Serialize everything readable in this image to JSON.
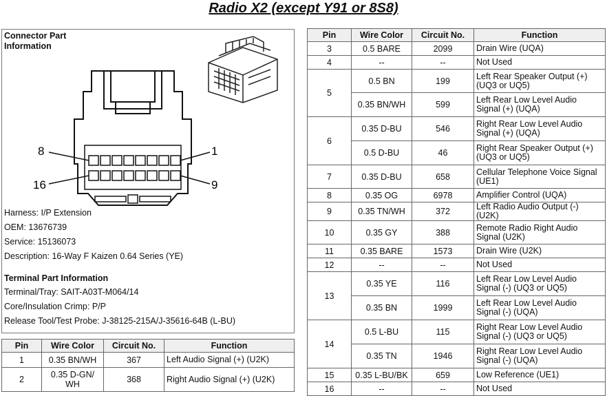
{
  "title": "Radio X2 (except Y91 or 8S8)",
  "connector": {
    "header": "Connector Part Information",
    "pin_labels": [
      "8",
      "16",
      "1",
      "9"
    ],
    "harness": "Harness: I/P Extension",
    "oem": "OEM: 13676739",
    "service": "Service: 15136073",
    "description": "Description: 16-Way F Kaizen 0.64 Series (YE)",
    "terminal_header": "Terminal Part Information",
    "terminal_tray": "Terminal/Tray: SAIT-A03T-M064/14",
    "crimp": "Core/Insulation Crimp: P/P",
    "release_tool": "Release Tool/Test Probe: J-38125-215A/J-35616-64B (L-BU)"
  },
  "columns": [
    "Pin",
    "Wire Color",
    "Circuit No.",
    "Function"
  ],
  "left_rows": [
    {
      "pin": "1",
      "wire": "0.35 BN/WH",
      "circuit": "367",
      "function": "Left Audio Signal (+) (U2K)"
    },
    {
      "pin": "2",
      "wire": "0.35 D-GN/ WH",
      "circuit": "368",
      "function": "Right Audio Signal (+) (U2K)"
    }
  ],
  "right_rows": [
    {
      "pin": "3",
      "wire": "0.5 BARE",
      "circuit": "2099",
      "function": "Drain Wire (UQA)"
    },
    {
      "pin": "4",
      "wire": "--",
      "circuit": "--",
      "function": "Not Used"
    },
    {
      "pin": "5",
      "wire": "0.5 BN",
      "circuit": "199",
      "function": "Left Rear Speaker Output (+) (UQ3 or UQ5)"
    },
    {
      "pin": "",
      "wire": "0.35 BN/WH",
      "circuit": "599",
      "function": "Left Rear Low Level Audio Signal (+) (UQA)"
    },
    {
      "pin": "6",
      "wire": "0.35 D-BU",
      "circuit": "546",
      "function": "Right Rear Low Level Audio Signal (+) (UQA)"
    },
    {
      "pin": "",
      "wire": "0.5 D-BU",
      "circuit": "46",
      "function": "Right Rear Speaker Output (+) (UQ3 or UQ5)"
    },
    {
      "pin": "7",
      "wire": "0.35 D-BU",
      "circuit": "658",
      "function": "Cellular Telephone Voice Signal (UE1)"
    },
    {
      "pin": "8",
      "wire": "0.35 OG",
      "circuit": "6978",
      "function": "Amplifier Control (UQA)"
    },
    {
      "pin": "9",
      "wire": "0.35 TN/WH",
      "circuit": "372",
      "function": "Left Radio Audio Output (-) (U2K)"
    },
    {
      "pin": "10",
      "wire": "0.35 GY",
      "circuit": "388",
      "function": "Remote Radio Right Audio Signal (U2K)"
    },
    {
      "pin": "11",
      "wire": "0.35 BARE",
      "circuit": "1573",
      "function": "Drain Wire (U2K)"
    },
    {
      "pin": "12",
      "wire": "--",
      "circuit": "--",
      "function": "Not Used"
    },
    {
      "pin": "13",
      "wire": "0.35 YE",
      "circuit": "116",
      "function": "Left Rear Low Level Audio Signal (-) (UQ3 or UQ5)"
    },
    {
      "pin": "",
      "wire": "0.35 BN",
      "circuit": "1999",
      "function": "Left Rear Low Level Audio Signal (-) (UQA)"
    },
    {
      "pin": "14",
      "wire": "0.5 L-BU",
      "circuit": "115",
      "function": "Right Rear Low Level Audio Signal (-) (UQ3 or UQ5)"
    },
    {
      "pin": "",
      "wire": "0.35 TN",
      "circuit": "1946",
      "function": "Right Rear Low Level Audio Signal (-) (UQA)"
    },
    {
      "pin": "15",
      "wire": "0.35 L-BU/BK",
      "circuit": "659",
      "function": "Low Reference (UE1)"
    },
    {
      "pin": "16",
      "wire": "--",
      "circuit": "--",
      "function": "Not Used"
    }
  ]
}
